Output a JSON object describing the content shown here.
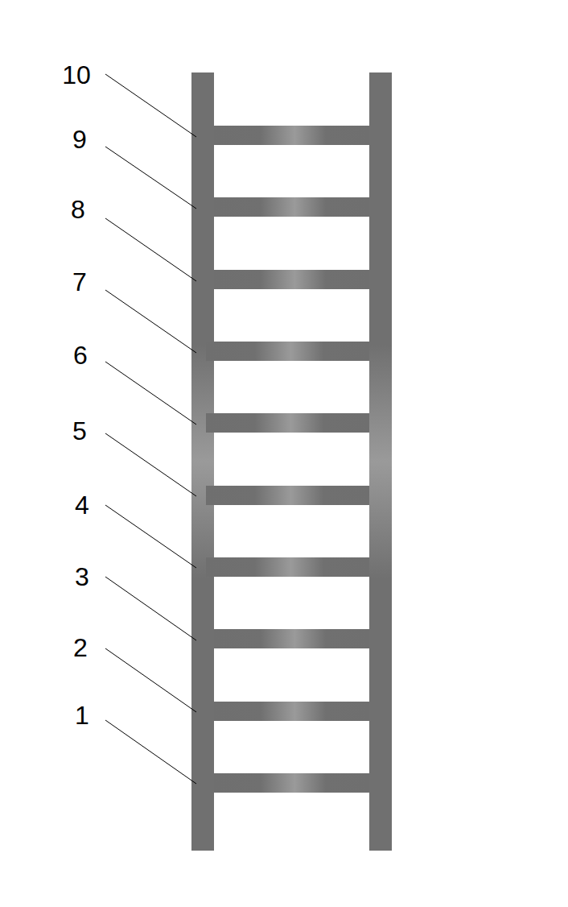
{
  "diagram": {
    "labels": [
      "10",
      "9",
      "8",
      "7",
      "6",
      "5",
      "4",
      "3",
      "2",
      "1"
    ]
  }
}
